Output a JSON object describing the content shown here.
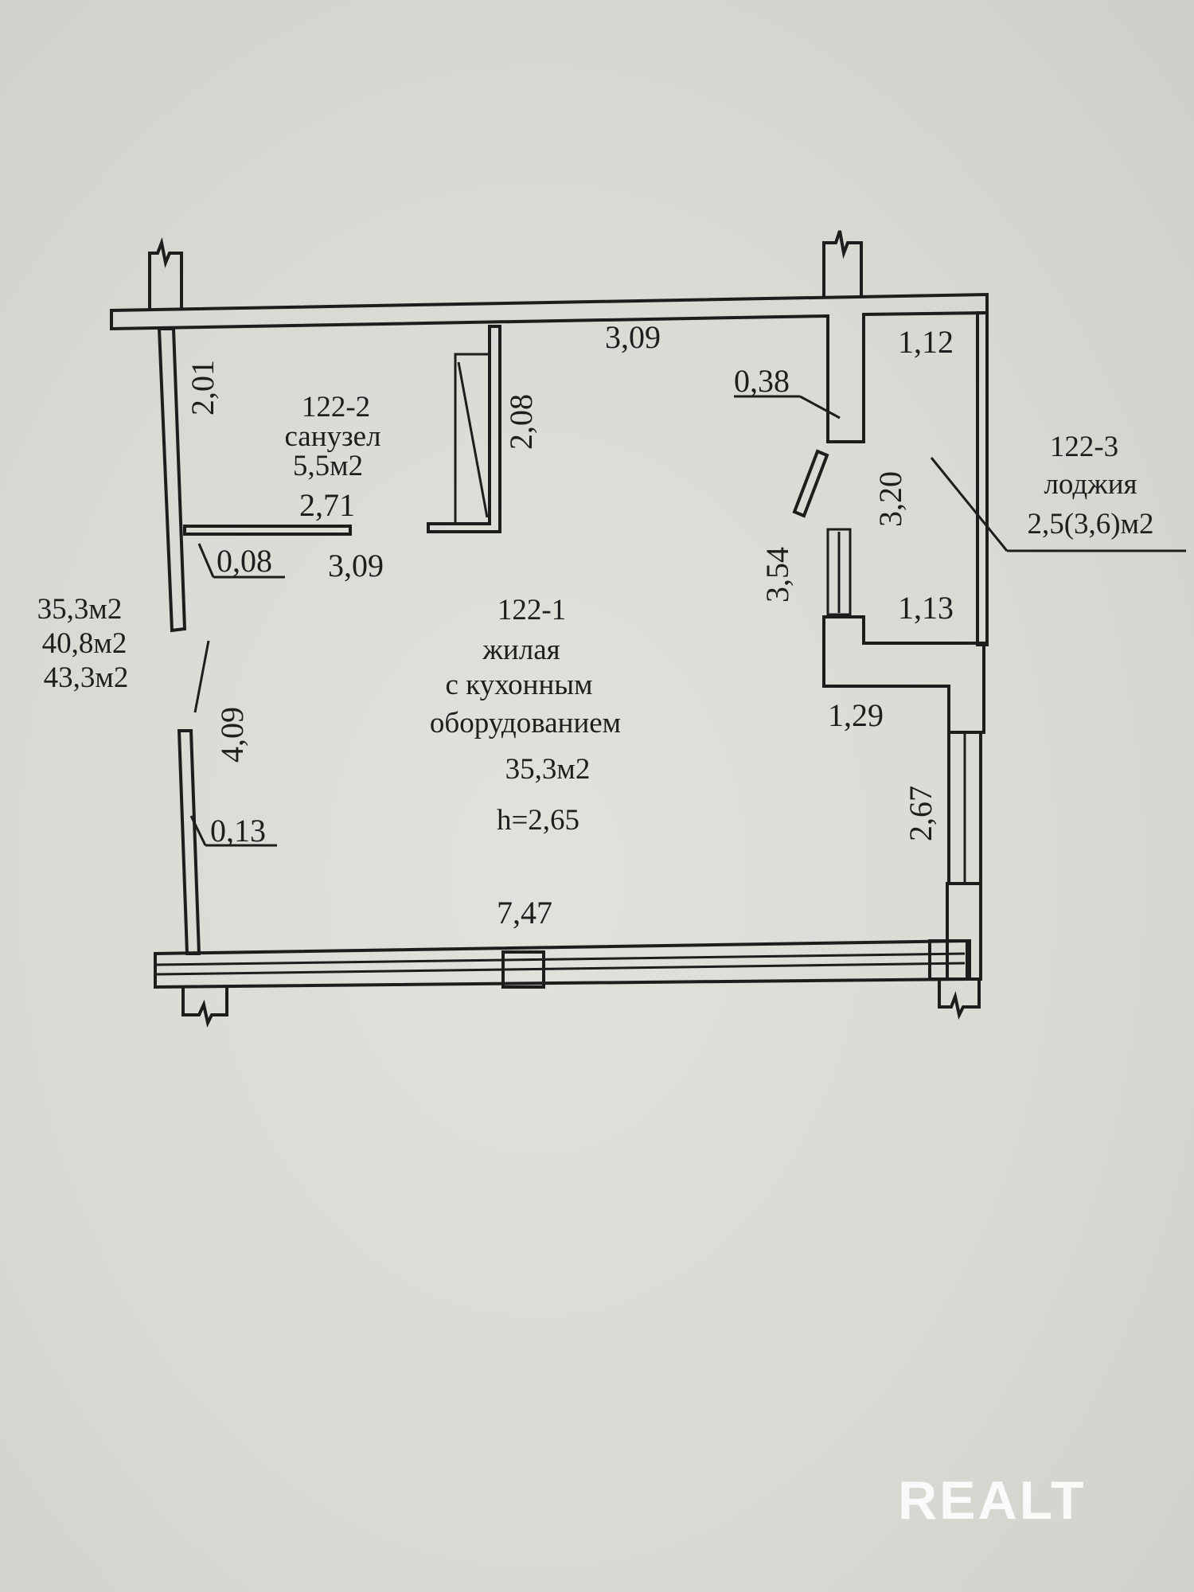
{
  "totals": [
    "35,3м2",
    "40,8м2",
    "43,3м2"
  ],
  "rooms": {
    "bathroom": {
      "number": "122-2",
      "name": "санузел",
      "area": "5,5м2"
    },
    "living": {
      "number": "122-1",
      "name_lines": [
        "жилая",
        "с кухонным",
        "оборудованием"
      ],
      "area": "35,3м2",
      "height": "h=2,65"
    },
    "loggia": {
      "number": "122-3",
      "name": "лоджия",
      "area": "2,5(3,6)м2"
    }
  },
  "dimensions": {
    "top_length": "3,09",
    "bath_height": "2,01",
    "partition_height": "2,08",
    "bath_inner_width": "2,71",
    "wall_thickness_a": "0,08",
    "bath_width": "3,09",
    "pillar_thickness": "0,38",
    "loggia_width_top": "1,12",
    "loggia_height": "3,20",
    "kitchen_side": "3,54",
    "loggia_width_bottom": "1,13",
    "pillar_width": "1,29",
    "left_wall_height": "4,09",
    "wall_thickness_b": "0,13",
    "window_height": "2,67",
    "bottom_length": "7,47"
  },
  "watermark": "REALT"
}
